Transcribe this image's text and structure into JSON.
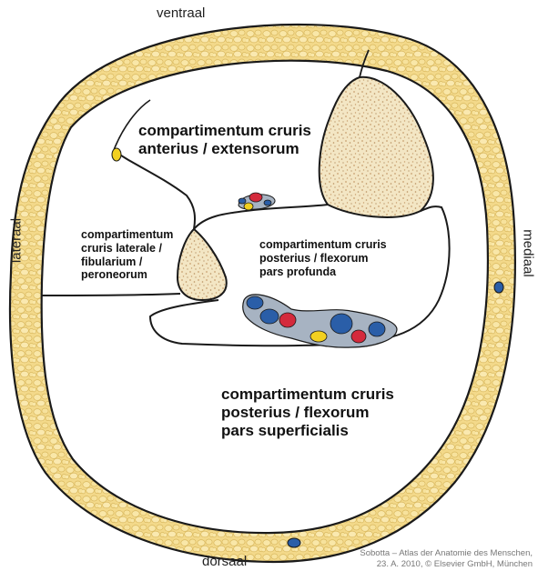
{
  "orientation": {
    "top": "ventraal",
    "bottom": "dorsaal",
    "left": "lateraal",
    "right": "mediaal"
  },
  "compartments": {
    "anterior": [
      "compartimentum cruris",
      "anterius / extensorum"
    ],
    "lateral": [
      "compartimentum",
      "cruris laterale /",
      "fibularium /",
      "peroneorum"
    ],
    "deep_posterior": [
      "compartimentum cruris",
      "posterius / flexorum",
      "pars profunda"
    ],
    "superficial_posterior": [
      "compartimentum cruris",
      "posterius / flexorum",
      "pars superficialis"
    ]
  },
  "credit": [
    "Sobotta – Atlas der Anatomie des Menschen,",
    "23. A. 2010, © Elsevier GmbH, München"
  ],
  "colors": {
    "fat": "#f3d98a",
    "fat_globule": "#f9e7a8",
    "outline": "#1a1a1a",
    "bone": "#f5edd2",
    "bone_dots": "#c8a070",
    "artery": "#d42a3c",
    "vein": "#2a5ea8",
    "nerve": "#f2d020",
    "sheath": "#a7b3c2"
  }
}
